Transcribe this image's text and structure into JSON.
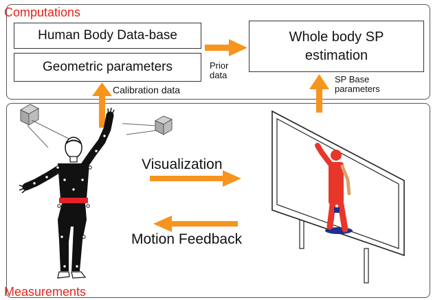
{
  "computations": {
    "title": "Computations",
    "human_body_db": "Human Body Data-base",
    "geometric_parameters": "Geometric parameters",
    "whole_body_line1": "Whole body SP",
    "whole_body_line2": "estimation",
    "prior_data_line1": "Prior",
    "prior_data_line2": "data",
    "calibration_data": "Calibration data",
    "sp_base_line1": "SP Base",
    "sp_base_line2": "parameters"
  },
  "measurements": {
    "title": "Measurements",
    "visualization": "Visualization",
    "motion_feedback": "Motion Feedback"
  },
  "colors": {
    "title_red": "#e4231b",
    "arrow_orange": "#f7941d",
    "avatar_red": "#e8362b",
    "belt_red": "#e42128"
  }
}
